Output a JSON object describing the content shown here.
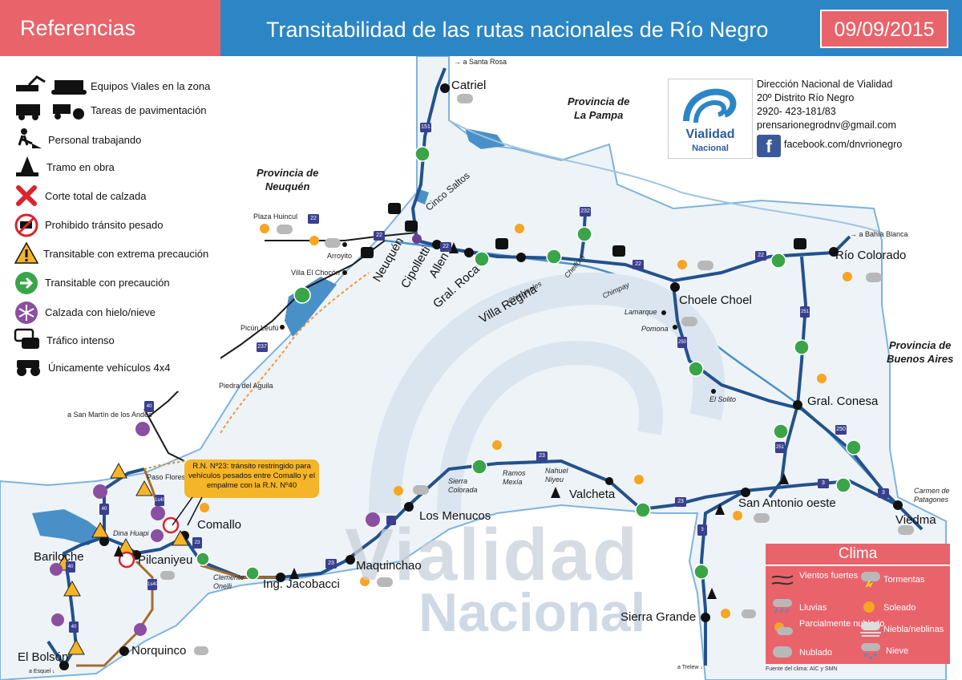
{
  "header": {
    "references_title": "Referencias",
    "title": "Transitabilidad de las rutas nacionales de Río Negro",
    "date": "09/09/2015"
  },
  "legend": [
    {
      "icon": "road-machinery-icon",
      "label": "Equipos Viales en la zona"
    },
    {
      "icon": "paving-icon",
      "label": "Tareas de pavimentación"
    },
    {
      "icon": "worker-icon",
      "label": "Personal trabajando"
    },
    {
      "icon": "traffic-cone-icon",
      "label": "Tramo en obra"
    },
    {
      "icon": "red-x-icon",
      "label": "Corte total de calzada"
    },
    {
      "icon": "no-trucks-icon",
      "label": "Prohibido tránsito pesado"
    },
    {
      "icon": "warning-triangle-icon",
      "label": "Transitable con extrema precaución"
    },
    {
      "icon": "green-arrow-icon",
      "label": "Transitable con precaución"
    },
    {
      "icon": "snowflake-icon",
      "label": "Calzada con hielo/nieve"
    },
    {
      "icon": "traffic-icon",
      "label": "Tráfico intenso"
    },
    {
      "icon": "4x4-icon",
      "label": "Únicamente vehículos 4x4"
    }
  ],
  "contact": {
    "org": "Dirección Nacional de Vialidad",
    "district": "20º Distrito Río Negro",
    "phone": "2920- 423-181/83",
    "email": "prensarionegrodnv@gmail.com",
    "facebook": "facebook.com/dnvrionegro",
    "logo_line1": "Vialidad",
    "logo_line2": "Nacional"
  },
  "provinces": {
    "la_pampa_1": "Provincia de",
    "la_pampa_2": "La Pampa",
    "neuquen_1": "Provincia de",
    "neuquen_2": "Neuquén",
    "buenos_aires_1": "Provincia de",
    "buenos_aires_2": "Buenos Aires"
  },
  "cities": {
    "catriel": "Catriel",
    "cinco_saltos": "Cinco Saltos",
    "neuquen": "Neuquén",
    "cipolletti": "Cipolletti",
    "allen": "Allen",
    "gral_roca": "Gral. Roca",
    "villa_regina": "Villa Regina",
    "choele_choel": "Choele Choel",
    "rio_colorado": "Río Colorado",
    "gral_conesa": "Gral. Conesa",
    "san_antonio_oeste": "San Antonio oeste",
    "viedma": "Viedma",
    "valcheta": "Valcheta",
    "los_menucos": "Los Menucos",
    "maquinchao": "Maquinchao",
    "ing_jacobacci": "Ing. Jacobacci",
    "comallo": "Comallo",
    "pilcaniyeu": "Pilcaniyeu",
    "bariloche": "Bariloche",
    "el_bolson": "El Bolsón",
    "norquinco": "Norquinco",
    "sierra_grande": "Sierra Grande"
  },
  "towns": {
    "a_santa_rosa": "→ a Santa Rosa",
    "a_bahia_blanca": "→ a Bahía Blanca",
    "plaza_huincul": "Plaza Huincul",
    "arroyito": "Arroyito",
    "villa_el_chocon": "Villa El Chocón",
    "picun_leufu": "Picún Leufú",
    "piedra_del_aguila": "Piedra del Aguila",
    "a_san_martin": "a San Martín de los Andes",
    "paso_flores": "Paso Flores",
    "dina_huapi": "Dina Huapi",
    "clemente_onelli_1": "Clemente",
    "clemente_onelli_2": "Onelli",
    "chichinales": "Chichinales",
    "chelforo": "Chelforó",
    "chimpay": "Chimpay",
    "lamarque": "Lamarque",
    "pomona": "Pomona",
    "el_solito": "El Solito",
    "sierra_colorada_1": "Sierra",
    "sierra_colorada_2": "Colorada",
    "ramos_mexia_1": "Ramos",
    "ramos_mexia_2": "Mexía",
    "nahuel_niyeu_1": "Nahuel",
    "nahuel_niyeu_2": "Niyeu",
    "carmen_1": "Carmen de",
    "carmen_2": "Patagones",
    "a_esquel": "a Esquel ↓",
    "a_trelew": "a Trelew ↓"
  },
  "route_shields": [
    "151",
    "22",
    "22",
    "232",
    "22",
    "22",
    "22",
    "251",
    "250",
    "250",
    "251",
    "3",
    "3",
    "3",
    "23",
    "23",
    "23",
    "237",
    "40",
    "40",
    "40",
    "40",
    "1s40",
    "1s40",
    "23"
  ],
  "note": "R.N. Nº23: tránsito restringido para vehículos pesados entre Comallo y el empalme con la R.N. Nº40",
  "watermark": {
    "line1": "Vialidad",
    "line2": "Nacional"
  },
  "clima": {
    "title": "Clima",
    "items": [
      {
        "icon": "wind-icon",
        "label": "Vientos fuertes"
      },
      {
        "icon": "storm-icon",
        "label": "Tormentas"
      },
      {
        "icon": "rain-icon",
        "label": "Lluvias"
      },
      {
        "icon": "sun-icon",
        "label": "Soleado"
      },
      {
        "icon": "partly-cloudy-icon",
        "label": "Parcialmente nublado"
      },
      {
        "icon": "fog-icon",
        "label": "Niebla/neblinas"
      },
      {
        "icon": "cloudy-icon",
        "label": "Nublado"
      },
      {
        "icon": "snow-icon",
        "label": "Nieve"
      }
    ],
    "source": "Fuente del clima: AIC y SMN"
  },
  "colors": {
    "header_blue": "#2c86c5",
    "accent_red": "#e9636b",
    "route_blue": "#23518c",
    "route_brown": "#a76d2b",
    "land": "#eef3f8",
    "water": "#4a90c8"
  }
}
